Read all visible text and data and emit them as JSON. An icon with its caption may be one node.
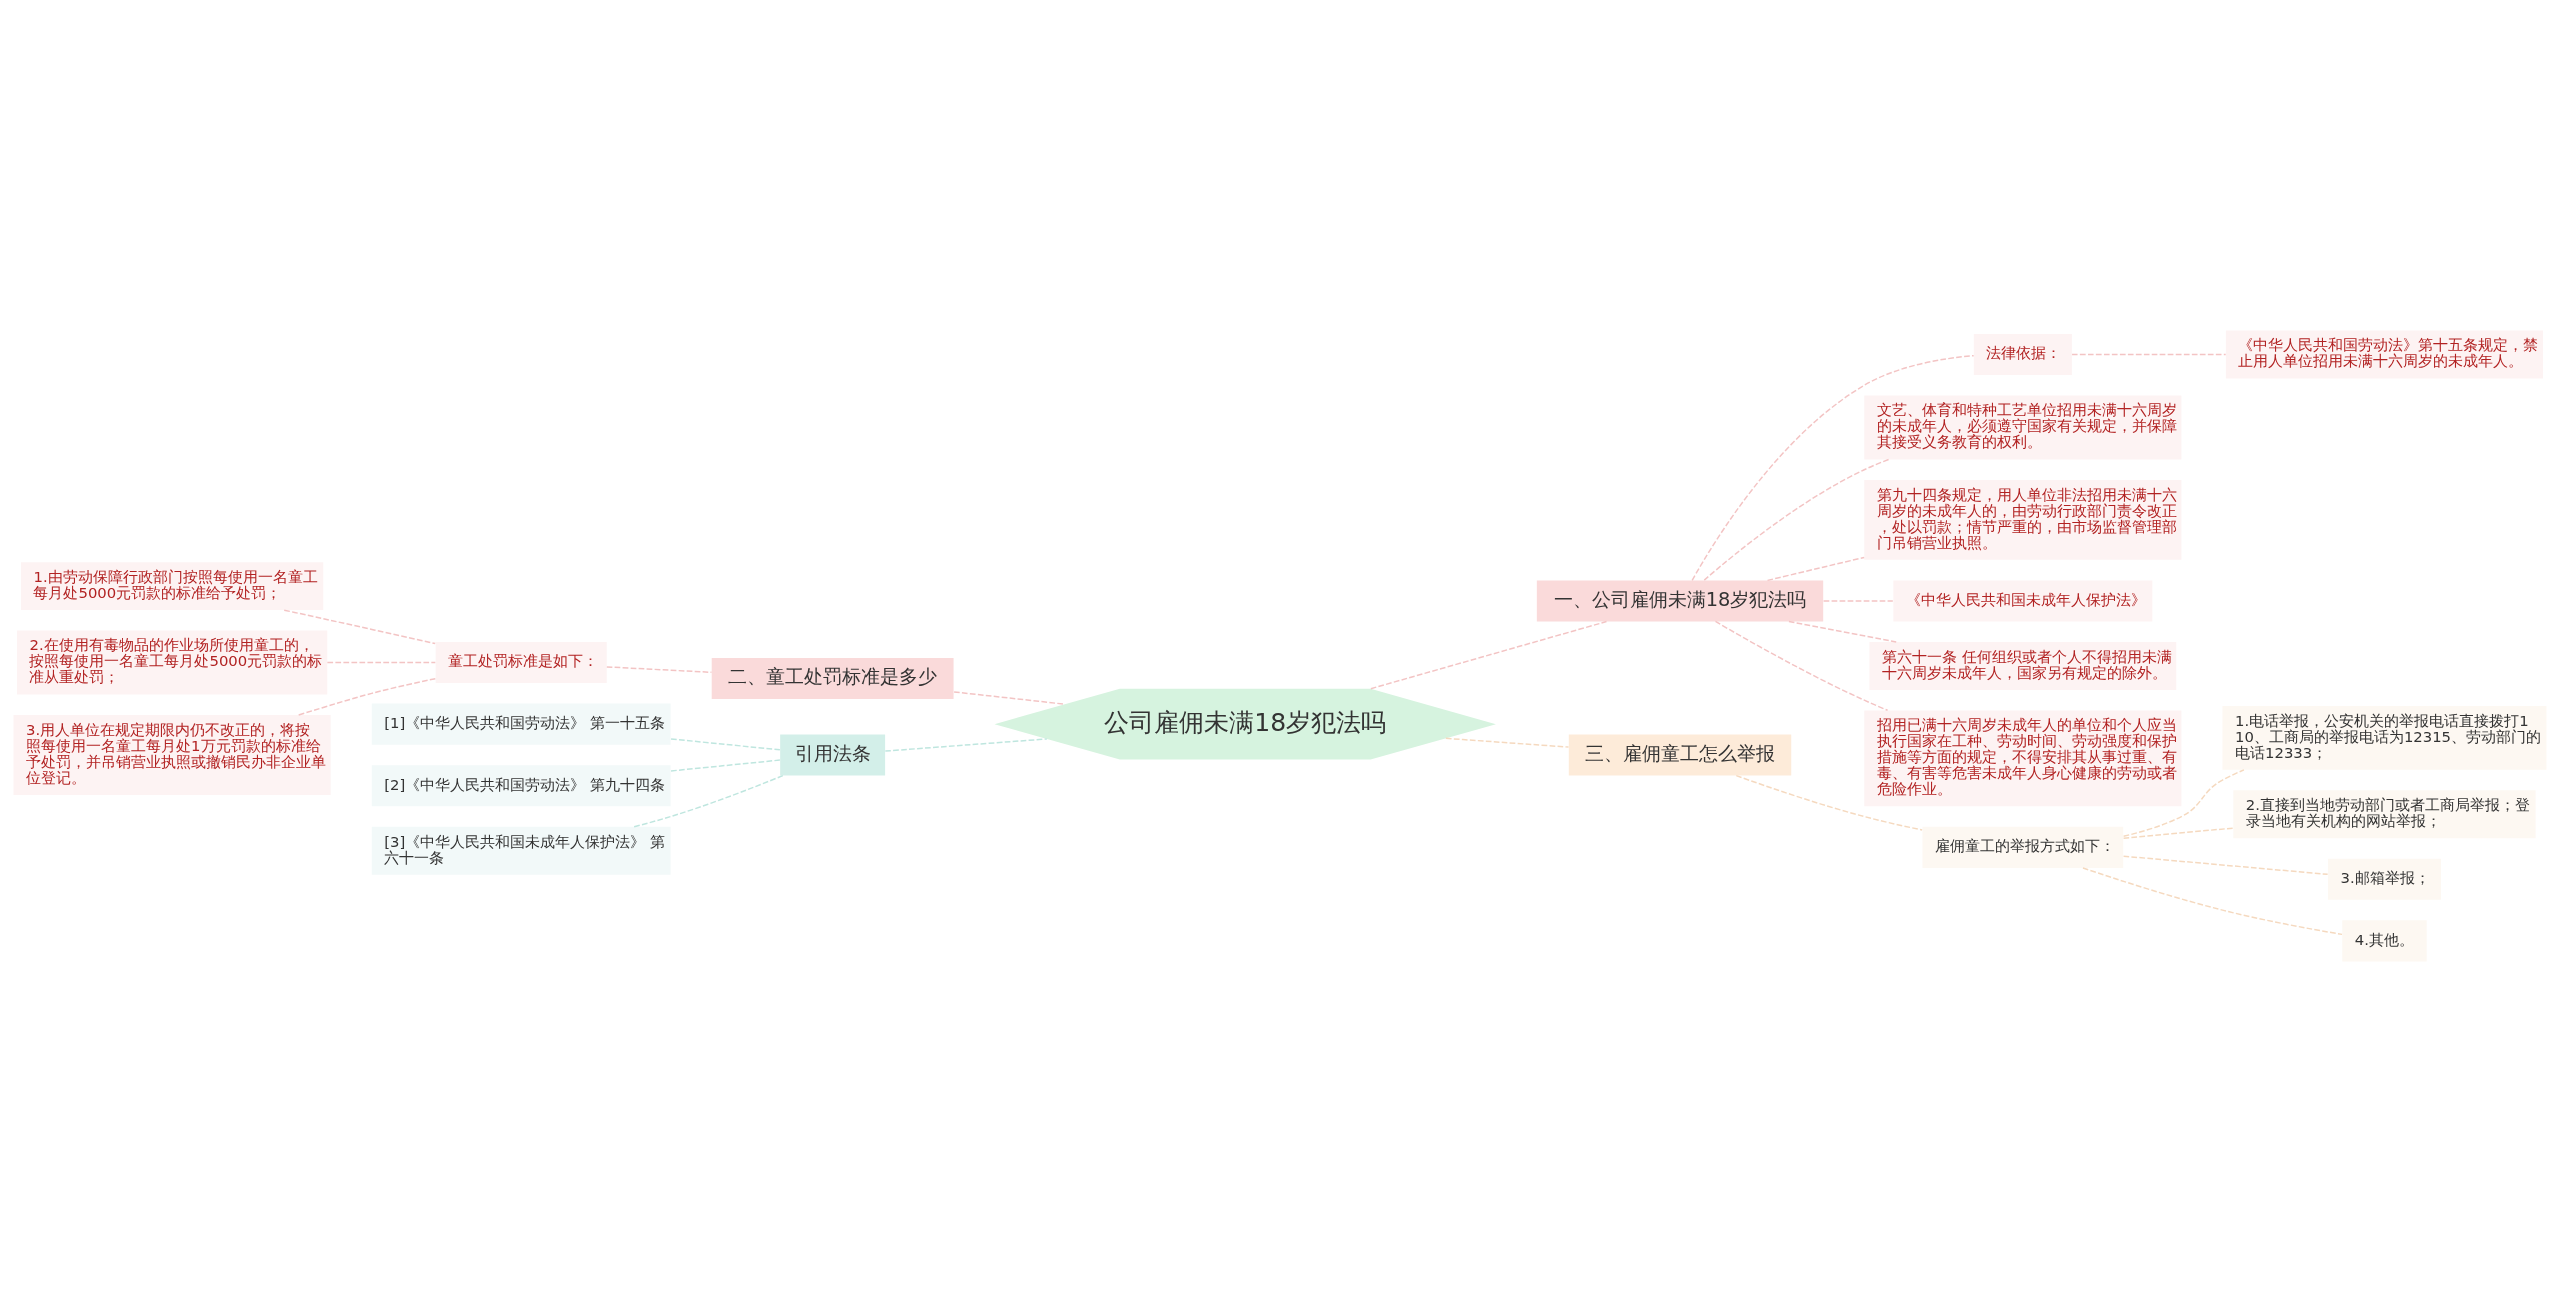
{
  "diagram": {
    "nodes": [
      {
        "text": [
          "公司雇佣未满18岁犯法吗"
        ]
      },
      {
        "text": [
          "一、公司雇佣未满18岁犯法吗"
        ]
      },
      {
        "text": [
          "法律依据："
        ]
      },
      {
        "text": [
          "《中华人民共和国劳动法》第十五条规定，禁止用人单位招用未满十六周岁的未成年人。"
        ]
      },
      {
        "text": [
          "文艺、体育和特种工艺单位招用未满十六周岁的未成年人，必须遵守国家有关规定，并保障其接受义务教育的权利。"
        ]
      },
      {
        "text": [
          "第九十四条规定，用人单位非法招用未满十六周岁的未成年人的，由劳动行政部门责令改正，处以罚款；情节严重的，由市场监督管理部门吊销营业执照。"
        ]
      },
      {
        "text": [
          "《中华人民共和国未成年人保护法》"
        ]
      },
      {
        "text": [
          "第六十一条 任何组织或者个人不得招用未满十六周岁未成年人，国家另有规定的除外。"
        ]
      },
      {
        "text": [
          "招用已满十六周岁未成年人的单位和个人应当执行国家在工种、劳动时间、劳动强度和保护措施等方面的规定，不得安排其从事过重、有毒、有害等危害未成年人身心健康的劳动或者危险作业。"
        ]
      },
      {
        "text": [
          "二、童工处罚标准是多少"
        ]
      },
      {
        "text": [
          "童工处罚标准是如下："
        ]
      },
      {
        "text": [
          "1.由劳动保障行政部门按照每使用一名童工每月处5000元罚款的标准给予处罚；"
        ]
      },
      {
        "text": [
          "2.在使用有毒物品的作业场所使用童工的，按照每使用一名童工每月处5000元罚款的标准从重处罚；"
        ]
      },
      {
        "text": [
          "3.用人单位在规定期限内仍不改正的，将按照每使用一名童工每月处1万元罚款的标准给予处罚，并吊销营业执照或撤销民办非企业单位登记。"
        ]
      },
      {
        "text": [
          "三、雇佣童工怎么举报"
        ]
      },
      {
        "text": [
          "雇佣童工的举报方式如下："
        ]
      },
      {
        "text": [
          "1.电话举报，公安机关的举报电话直接拨打110、工商局的举报电话为12315、劳动部门的电话12333；"
        ]
      },
      {
        "text": [
          "2.直接到当地劳动部门或者工商局举报；登录当地有关机构的网站举报；"
        ]
      },
      {
        "text": [
          "3.邮箱举报；"
        ]
      },
      {
        "text": [
          "4.其他。"
        ]
      },
      {
        "text": [
          "引用法条"
        ]
      },
      {
        "text": [
          "[1]《中华人民共和国劳动法》 第一十五条"
        ]
      },
      {
        "text": [
          "[2]《中华人民共和国劳动法》 第九十四条"
        ]
      },
      {
        "text": [
          "[3]《中华人民共和国未成年人保护法》 第六十一条"
        ]
      }
    ],
    "edges": [
      {
        "from": 0,
        "to": 1,
        "arrow": "none"
      },
      {
        "from": 1,
        "to": 2,
        "arrow": "none"
      },
      {
        "from": 2,
        "to": 3,
        "arrow": "none"
      },
      {
        "from": 1,
        "to": 4,
        "arrow": "none"
      },
      {
        "from": 1,
        "to": 5,
        "arrow": "none"
      },
      {
        "from": 1,
        "to": 6,
        "arrow": "none"
      },
      {
        "from": 1,
        "to": 7,
        "arrow": "none"
      },
      {
        "from": 1,
        "to": 8,
        "arrow": "none"
      },
      {
        "from": 0,
        "to": 9,
        "arrow": "none"
      },
      {
        "from": 9,
        "to": 10,
        "arrow": "none"
      },
      {
        "from": 10,
        "to": 11,
        "arrow": "none"
      },
      {
        "from": 10,
        "to": 12,
        "arrow": "none"
      },
      {
        "from": 10,
        "to": 13,
        "arrow": "none"
      },
      {
        "from": 0,
        "to": 14,
        "arrow": "none",
        "color": "#f5d9bf"
      },
      {
        "from": 14,
        "to": 15,
        "arrow": "none",
        "color": "#f5d9bf"
      },
      {
        "from": 15,
        "to": 16,
        "arrow": "none",
        "color": "#f5d9bf"
      },
      {
        "from": 15,
        "to": 17,
        "arrow": "none",
        "color": "#f5d9bf"
      },
      {
        "from": 15,
        "to": 18,
        "arrow": "none",
        "color": "#f5d9bf"
      },
      {
        "from": 15,
        "to": 19,
        "arrow": "none",
        "color": "#f5d9bf"
      },
      {
        "from": 0,
        "to": 20,
        "arrow": "none",
        "color": "#bfe6df"
      },
      {
        "from": 20,
        "to": 21,
        "arrow": "none",
        "color": "#bfe6df"
      },
      {
        "from": 20,
        "to": 22,
        "arrow": "none",
        "color": "#bfe6df"
      },
      {
        "from": 20,
        "to": 23,
        "arrow": "none",
        "color": "#bfe6df"
      }
    ]
  }
}
